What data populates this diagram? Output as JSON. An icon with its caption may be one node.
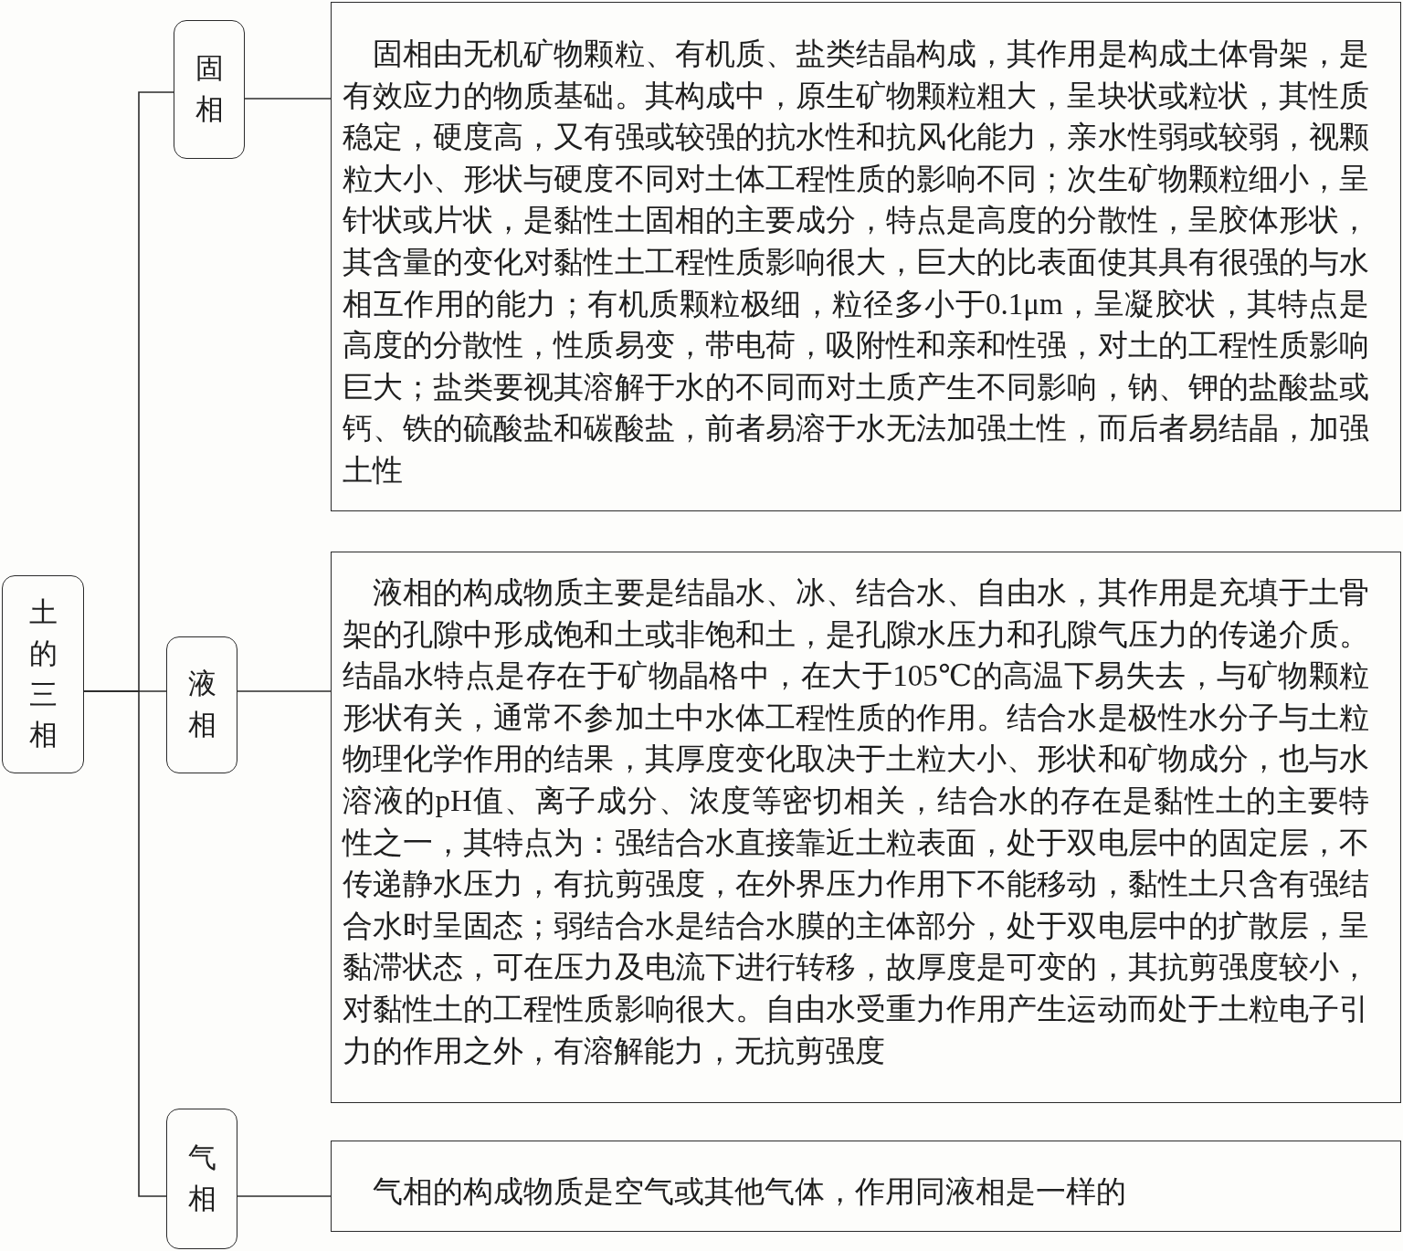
{
  "diagram": {
    "nodes": [
      {
        "text": [
          "土的三相"
        ]
      },
      {
        "text": [
          "固相"
        ]
      },
      {
        "text": [
          "固相由无机矿物颗粒、有机质、盐类结晶构成，其作用是构成土体骨架，是有效应力的物质基础。其构成中，原生矿物颗粒粗大，呈块状或粒状，其性质稳定，硬度高，又有强或较强的抗水性和抗风化能力，亲水性弱或较弱，视颗粒大小、形状与硬度不同对土体工程性质的影响不同；次生矿物颗粒细小，呈针状或片状，是黏性土固相的主要成分，特点是高度的分散性，呈胶体形状，其含量的变化对黏性土工程性质影响很大，巨大的比表面使其具有很强的与水相互作用的能力；有机质颗粒极细，粒径多小于0.1μm，呈凝胶状，其特点是高度的分散性，性质易变，带电荷，吸附性和亲和性强，对土的工程性质影响巨大；盐类要视其溶解于水的不同而对土质产生不同影响，钠、钾的盐酸盐或钙、铁的硫酸盐和碳酸盐，前者易溶于水无法加强土性，而后者易结晶，加强土性"
        ]
      },
      {
        "text": [
          "液相"
        ]
      },
      {
        "text": [
          "液相的构成物质主要是结晶水、冰、结合水、自由水，其作用是充填于土骨架的孔隙中形成饱和土或非饱和土，是孔隙水压力和孔隙气压力的传递介质。结晶水特点是存在于矿物晶格中，在大于105℃的高温下易失去，与矿物颗粒形状有关，通常不参加土中水体工程性质的作用。结合水是极性水分子与土粒物理化学作用的结果，其厚度变化取决于土粒大小、形状和矿物成分，也与水溶液的pH值、离子成分、浓度等密切相关，结合水的存在是黏性土的主要特性之一，其特点为：强结合水直接靠近土粒表面，处于双电层中的固定层，不传递静水压力，有抗剪强度，在外界压力作用下不能移动，黏性土只含有强结合水时呈固态；弱结合水是结合水膜的主体部分，处于双电层中的扩散层，呈黏滞状态，可在压力及电流下进行转移，故厚度是可变的，其抗剪强度较小，对黏性土的工程性质影响很大。自由水受重力作用产生运动而处于土粒电子引力的作用之外，有溶解能力，无抗剪强度"
        ]
      },
      {
        "text": [
          "气相"
        ]
      },
      {
        "text": [
          "气相的构成物质是空气或其他气体，作用同液相是一样的"
        ]
      }
    ],
    "edges": [
      {
        "from": 0,
        "to": 1,
        "arrow": "none"
      },
      {
        "from": 0,
        "to": 3,
        "arrow": "none"
      },
      {
        "from": 0,
        "to": 5,
        "arrow": "none"
      },
      {
        "from": 1,
        "to": 2,
        "arrow": "none"
      },
      {
        "from": 3,
        "to": 4,
        "arrow": "none"
      },
      {
        "from": 5,
        "to": 6,
        "arrow": "none"
      }
    ]
  }
}
